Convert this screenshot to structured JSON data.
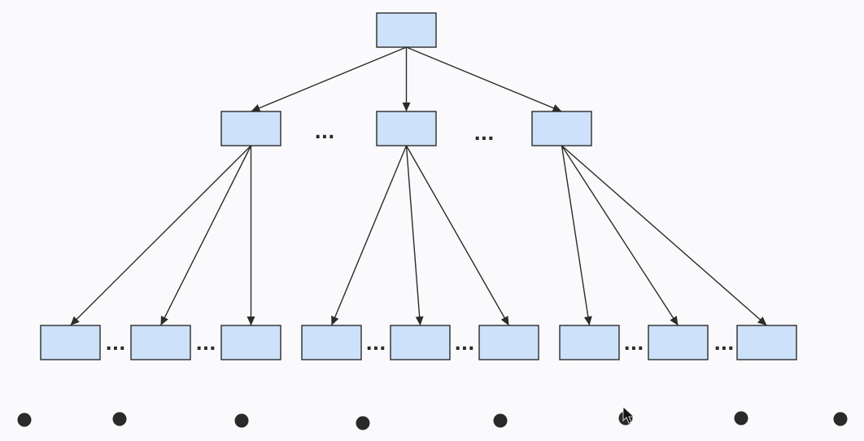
{
  "diagram": {
    "node_fill": "#cde1fb",
    "stroke_color": "#2b2b2b",
    "background": "#fafafc",
    "levels": [
      {
        "level": 0,
        "node_count": 1
      },
      {
        "level": 1,
        "node_count": 3
      },
      {
        "level": 2,
        "node_count": 9
      }
    ],
    "edges_level1": [
      [
        0,
        0
      ],
      [
        0,
        1
      ],
      [
        0,
        2
      ]
    ],
    "edges_level2": [
      [
        0,
        0
      ],
      [
        0,
        1
      ],
      [
        0,
        2
      ],
      [
        1,
        3
      ],
      [
        1,
        4
      ],
      [
        1,
        5
      ],
      [
        2,
        6
      ],
      [
        2,
        7
      ],
      [
        2,
        8
      ]
    ],
    "ellipsis_text": "...",
    "bottom_dot_count": 8
  }
}
